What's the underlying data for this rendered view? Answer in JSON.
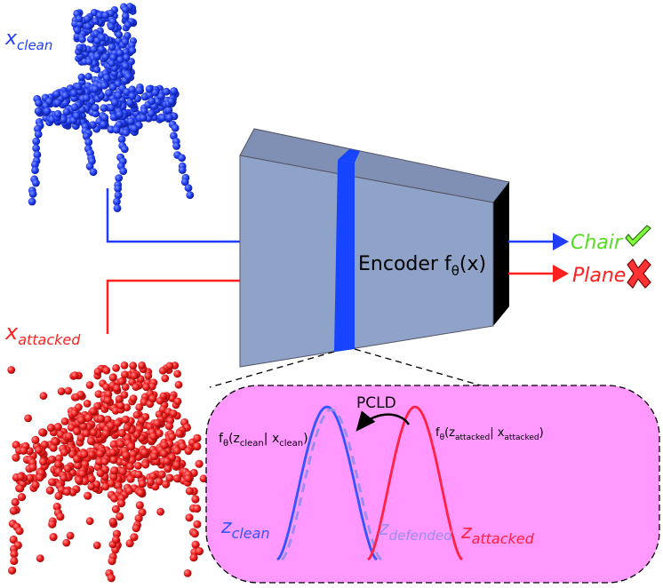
{
  "inputs": {
    "clean": {
      "symbol": "x",
      "subscript": "clean",
      "color": "#1f3cff"
    },
    "attacked": {
      "symbol": "x",
      "subscript": "attacked",
      "color": "#ff1f1f"
    }
  },
  "encoder": {
    "label": "Encoder f",
    "label_sub": "θ",
    "label_tail": "(x)",
    "face_color": "#8fa3c9",
    "top_color": "#7f90b4",
    "side_color": "#000000",
    "latent_band_color": "#1744ff"
  },
  "outputs": {
    "clean": {
      "label": "Chair",
      "color": "#55dd22",
      "mark_icon": "check-icon"
    },
    "attacked": {
      "label": "Plane",
      "color": "#ff1f1f",
      "mark_icon": "cross-icon"
    }
  },
  "latent_panel": {
    "background": "#ff99ff",
    "arrow_label": "PCLD",
    "clean_dist": {
      "f": "f",
      "sub": "θ",
      "open": "(z",
      "z_sub": "clean",
      "mid": "| x",
      "x_sub": "clean",
      "close": ")"
    },
    "attacked_dist": {
      "f": "f",
      "sub": "θ",
      "open": "(z",
      "z_sub": "attacked",
      "mid": "| x",
      "x_sub": "attacked",
      "close": ")"
    },
    "curves": {
      "clean": {
        "symbol": "z",
        "subscript": "clean",
        "color": "#3355ff"
      },
      "defended": {
        "symbol": "z",
        "subscript": "defended",
        "color": "#9b8cf0"
      },
      "attacked": {
        "symbol": "z",
        "subscript": "attacked",
        "color": "#ff2244"
      }
    }
  }
}
